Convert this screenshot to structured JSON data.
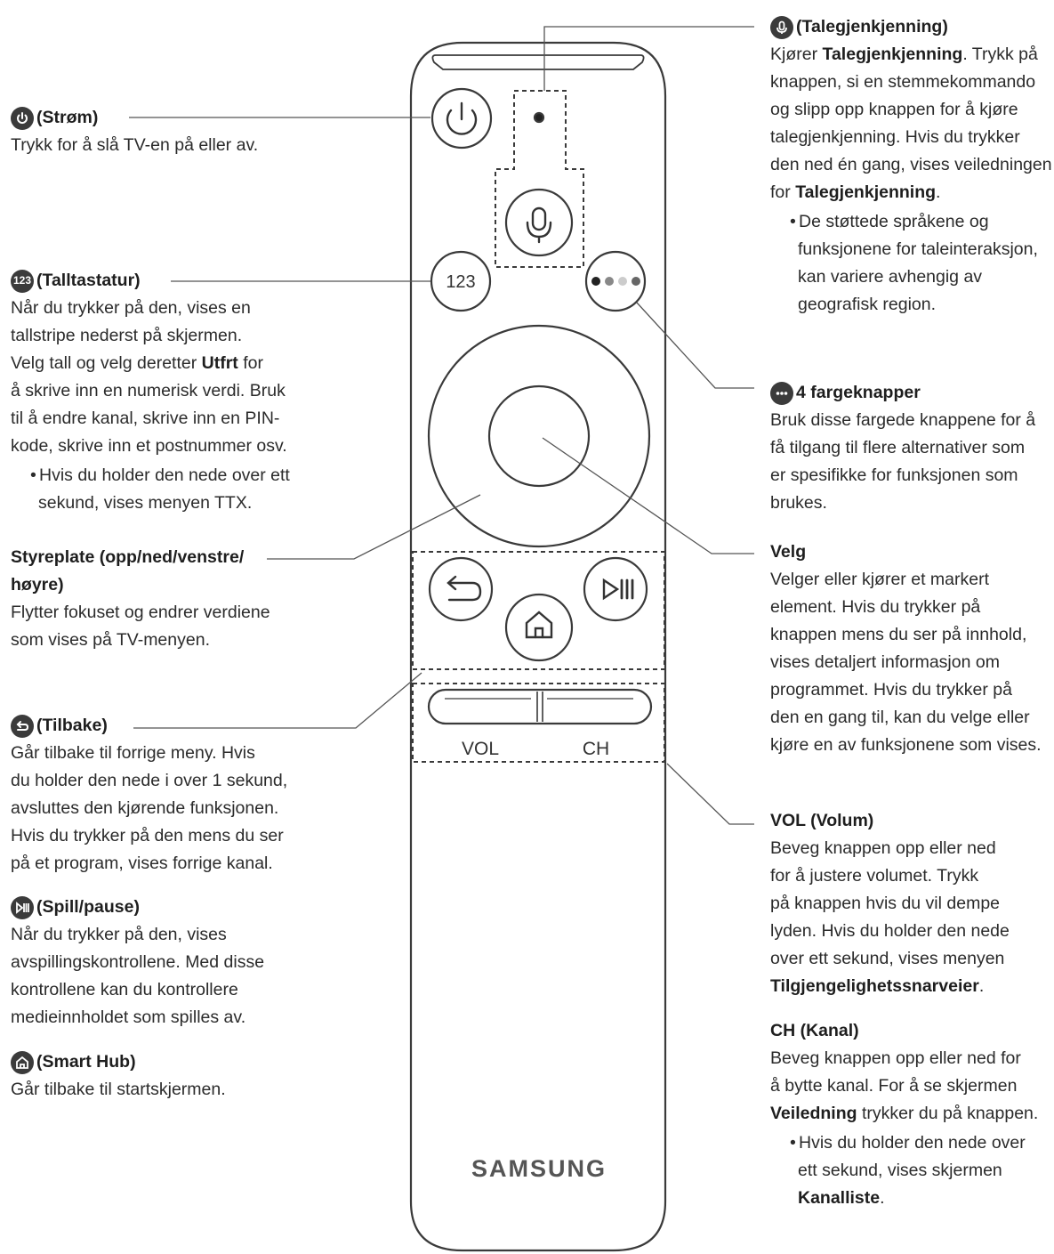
{
  "left": {
    "power": {
      "title": "(Strøm)",
      "text": "Trykk for å slå TV-en på eller av."
    },
    "keypad": {
      "icon_label": "123",
      "title": "(Talltastatur)",
      "line1": "Når du trykker på den, vises en",
      "line2": "tallstripe nederst på skjermen.",
      "line3a": "Velg tall og velg deretter ",
      "line3b": "Utfrt",
      "line3c": " for",
      "line4": "å skrive inn en numerisk verdi. Bruk",
      "line5": "til å endre kanal, skrive inn en PIN-",
      "line6": "kode, skrive inn et postnummer osv.",
      "bullet_line1": "Hvis du holder den nede over ett",
      "bullet_line2": "sekund, vises menyen TTX."
    },
    "touchpad": {
      "title_line1": "Styreplate (opp/ned/venstre/",
      "title_line2": "høyre)",
      "line1": "Flytter fokuset og endrer verdiene",
      "line2": "som vises på TV-menyen."
    },
    "back": {
      "title": "(Tilbake)",
      "line1": "Går tilbake til forrige meny. Hvis",
      "line2": "du holder den nede i over 1 sekund,",
      "line3": "avsluttes den kjørende funksjonen.",
      "line4": "Hvis du trykker på den mens du ser",
      "line5": "på et program, vises forrige kanal."
    },
    "playpause": {
      "title": "(Spill/pause)",
      "line1": "Når du trykker på den, vises",
      "line2": "avspillingskontrollene. Med disse",
      "line3": "kontrollene kan du kontrollere",
      "line4": "medieinnholdet som spilles av."
    },
    "smarthub": {
      "title": "(Smart Hub)",
      "line1": "Går tilbake til startskjermen."
    }
  },
  "right": {
    "voice": {
      "title": "(Talegjenkjenning)",
      "line1a": "Kjører ",
      "line1b": "Talegjenkjenning",
      "line1c": ". Trykk på",
      "line2": "knappen, si en stemmekommando",
      "line3": "og slipp opp knappen for å kjøre",
      "line4": "talegjenkjenning. Hvis du trykker",
      "line5": "den ned én gang, vises veiledningen",
      "line6a": "for ",
      "line6b": "Talegjenkjenning",
      "line6c": ".",
      "bullet_line1": "De støttede språkene og",
      "bullet_line2": "funksjonene for taleinteraksjon,",
      "bullet_line3": "kan variere avhengig av",
      "bullet_line4": "geografisk region."
    },
    "color": {
      "title": "4 fargeknapper",
      "line1": "Bruk disse fargede knappene for å",
      "line2": "få tilgang til flere alternativer som",
      "line3": "er spesifikke for funksjonen som",
      "line4": "brukes."
    },
    "select": {
      "title": "Velg",
      "line1": "Velger eller kjører et markert",
      "line2": "element. Hvis du trykker på",
      "line3": "knappen mens du ser på innhold,",
      "line4": "vises detaljert informasjon om",
      "line5": "programmet. Hvis du trykker på",
      "line6": "den en gang til, kan du velge eller",
      "line7": "kjøre en av funksjonene som vises."
    },
    "vol": {
      "title": "VOL (Volum)",
      "line1": "Beveg knappen opp eller ned",
      "line2": "for å justere volumet. Trykk",
      "line3": "på knappen hvis du vil dempe",
      "line4": "lyden. Hvis du holder den nede",
      "line5": "over ett sekund, vises menyen",
      "line6": "Tilgjengelighetssnarveier",
      "line6c": "."
    },
    "ch": {
      "title": "CH (Kanal)",
      "line1": "Beveg knappen opp eller ned for",
      "line2": "å bytte kanal. For å se skjermen",
      "line3a": "Veiledning",
      "line3b": " trykker du på knappen.",
      "bullet_line1": "Hvis du holder den nede over",
      "bullet_line2": "ett sekund, vises skjermen",
      "bullet_line3a": "Kanalliste",
      "bullet_line3b": "."
    }
  },
  "remote": {
    "keypad_label": "123",
    "vol_label": "VOL",
    "ch_label": "CH",
    "brand": "SAMSUNG"
  }
}
